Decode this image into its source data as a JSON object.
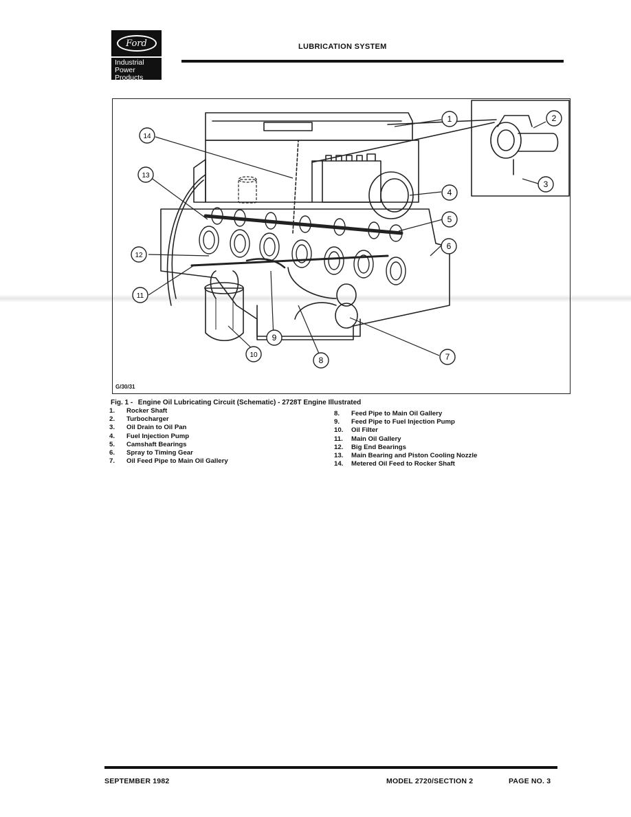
{
  "header": {
    "logo": {
      "wordmark": "Ford",
      "lines": [
        "Industrial",
        "Power",
        "Products"
      ]
    },
    "title": "LUBRICATION SYSTEM"
  },
  "figure": {
    "code": "G/30/31",
    "callouts": [
      "1",
      "2",
      "3",
      "4",
      "5",
      "6",
      "7",
      "8",
      "9",
      "10",
      "11",
      "12",
      "13",
      "14"
    ],
    "caption_number": "Fig. 1  -",
    "caption_text": "Engine Oil Lubricating Circuit (Schematic) - 2728T Engine Illustrated",
    "legend_left": [
      {
        "num": "1.",
        "label": "Rocker Shaft"
      },
      {
        "num": "2.",
        "label": "Turbocharger"
      },
      {
        "num": "3.",
        "label": "Oil Drain to Oil Pan"
      },
      {
        "num": "4.",
        "label": "Fuel Injection Pump"
      },
      {
        "num": "5.",
        "label": "Camshaft Bearings"
      },
      {
        "num": "6.",
        "label": "Spray to Timing Gear"
      },
      {
        "num": "7.",
        "label": "Oil Feed Pipe to Main Oil Gallery"
      }
    ],
    "legend_right": [
      {
        "num": "8.",
        "label": "Feed Pipe to Main Oil Gallery"
      },
      {
        "num": "9.",
        "label": "Feed Pipe to Fuel Injection Pump"
      },
      {
        "num": "10.",
        "label": "Oil Filter"
      },
      {
        "num": "11.",
        "label": "Main Oil Gallery"
      },
      {
        "num": "12.",
        "label": "Big End Bearings"
      },
      {
        "num": "13.",
        "label": "Main Bearing and Piston Cooling Nozzle"
      },
      {
        "num": "14.",
        "label": "Metered Oil Feed to Rocker Shaft"
      }
    ]
  },
  "footer": {
    "date": "SEPTEMBER 1982",
    "model": "MODEL 2720/SECTION 2",
    "page": "PAGE NO. 3"
  }
}
